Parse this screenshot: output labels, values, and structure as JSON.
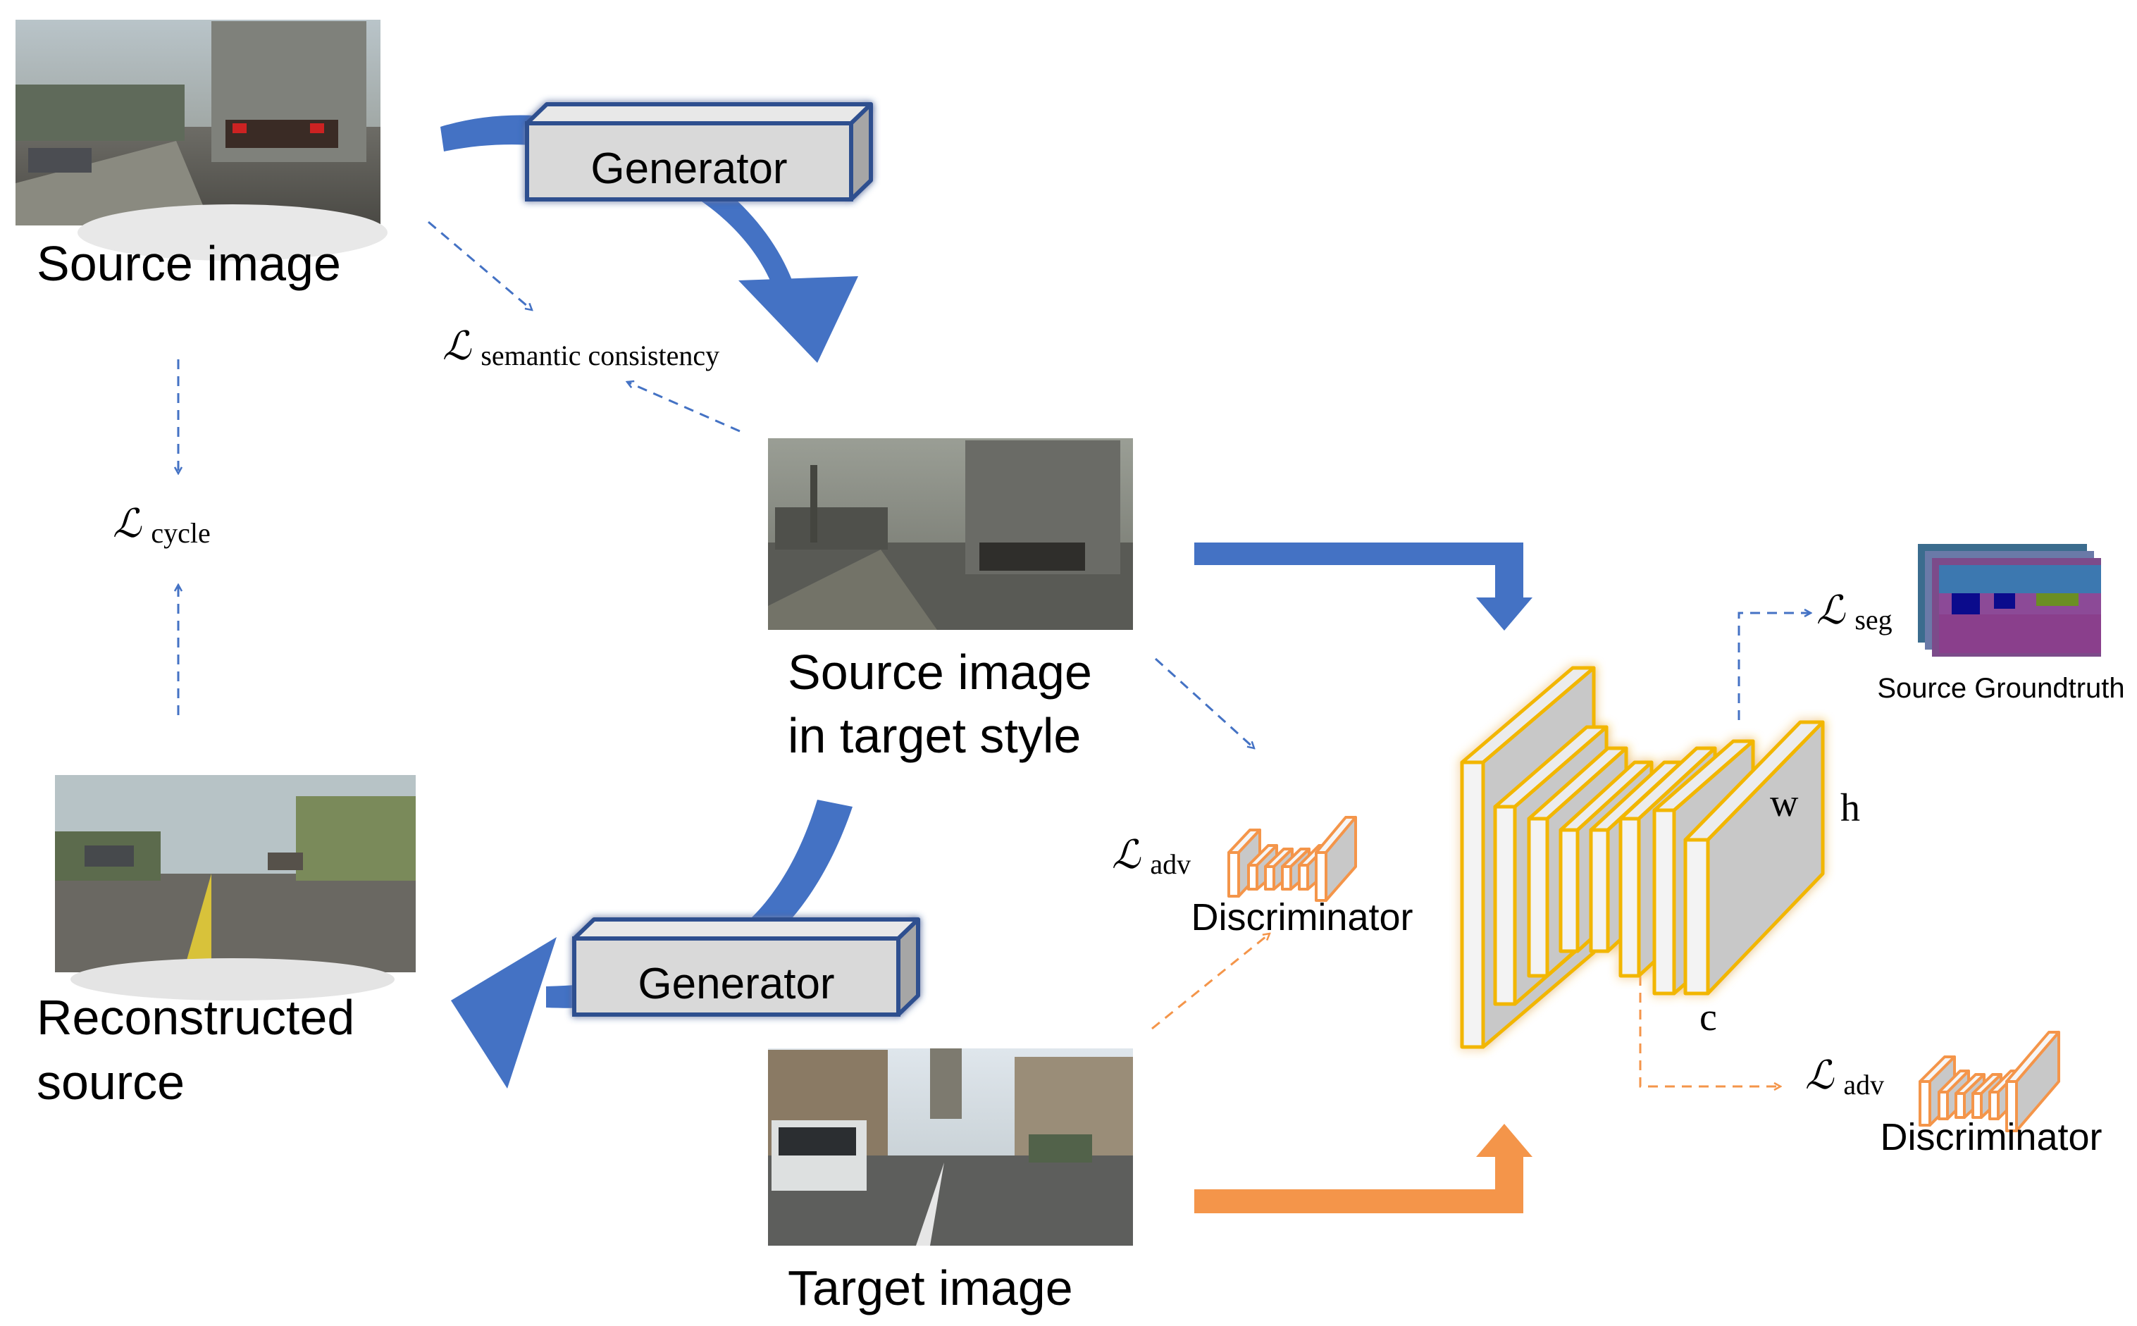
{
  "images": {
    "source": {
      "caption": "Source image"
    },
    "translated": {
      "caption_line1": "Source image",
      "caption_line2": "in target style"
    },
    "reconstructed": {
      "caption_line1": "Reconstructed",
      "caption_line2": "source"
    },
    "target": {
      "caption": "Target image"
    },
    "groundtruth": {
      "caption": "Source Groundtruth"
    }
  },
  "generators": {
    "top_label": "Generator",
    "bottom_label": "Generator"
  },
  "losses": {
    "semantic": {
      "symbol": "ℒ",
      "subscript": "semantic consistency"
    },
    "cycle": {
      "symbol": "ℒ",
      "subscript": "cycle"
    },
    "adv_mid": {
      "symbol": "ℒ",
      "subscript": "adv"
    },
    "seg": {
      "symbol": "ℒ",
      "subscript": "seg"
    },
    "adv_right": {
      "symbol": "ℒ",
      "subscript": "adv"
    }
  },
  "discriminators": {
    "mid_label": "Discriminator",
    "right_label": "Discriminator"
  },
  "segnet_dims": {
    "w": "w",
    "h": "h",
    "c": "c"
  },
  "colors": {
    "blue": "#4472C4",
    "orange": "#F4954A",
    "yellow": "#F5C518",
    "gray": "#C8C8C8",
    "box_fill": "#D9D9D9",
    "box_border": "#2F4F8F"
  }
}
